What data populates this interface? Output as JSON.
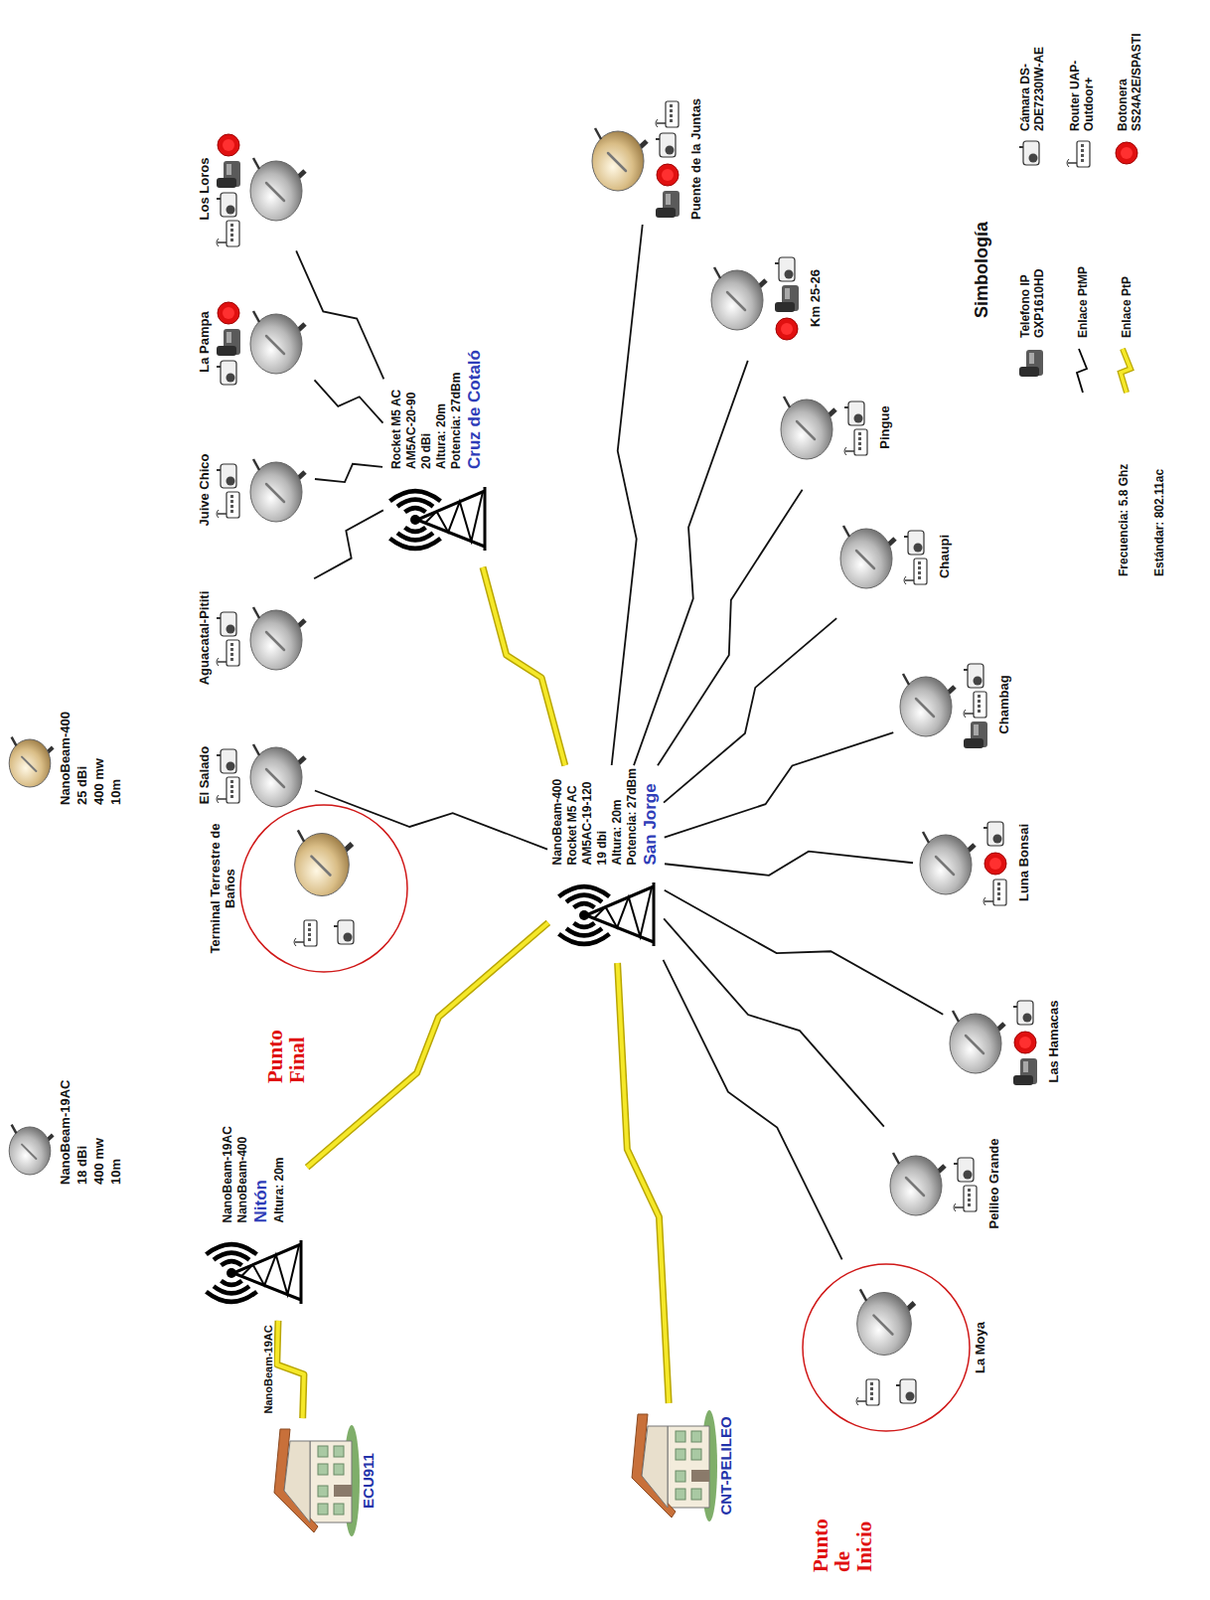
{
  "diagram": {
    "nodes": [
      {
        "text": [
          "ECU911"
        ]
      },
      {
        "text": [
          "NanoBeam-19AC",
          "NanoBeam-400",
          "Nitón",
          "Altura: 20m"
        ]
      },
      {
        "text": [
          "Terminal Terrestre de Baños"
        ]
      },
      {
        "text": [
          "El Salado"
        ]
      },
      {
        "text": [
          "Aguacatal-Pititi"
        ]
      },
      {
        "text": [
          "Juive Chico"
        ]
      },
      {
        "text": [
          "La Pampa"
        ]
      },
      {
        "text": [
          "Los Loros"
        ]
      },
      {
        "text": [
          "Rocket M5 AC",
          "AM5AC-20-90",
          "20 dBi",
          "Altura: 20m",
          "Potencia: 27dBm",
          "Cruz de Cotaló"
        ]
      },
      {
        "text": [
          "NanoBeam-400",
          "Rocket M5 AC",
          "AM5AC-19-120",
          "19 dbi",
          "Altura: 20m",
          "Potencia: 27dBm",
          "San Jorge"
        ]
      },
      {
        "text": [
          "CNT-PELILEO"
        ]
      },
      {
        "text": [
          "La Moya"
        ]
      },
      {
        "text": [
          "Pelileo Grande"
        ]
      },
      {
        "text": [
          "Las Hamacas"
        ]
      },
      {
        "text": [
          "Luna Bonsai"
        ]
      },
      {
        "text": [
          "Chambag"
        ]
      },
      {
        "text": [
          "Chaupi"
        ]
      },
      {
        "text": [
          "Pingue"
        ]
      },
      {
        "text": [
          "Km 25-26"
        ]
      },
      {
        "text": [
          "Puente de la Juntas"
        ]
      }
    ],
    "edges": [
      {
        "from": 1,
        "to": 0,
        "label": "NanoBeam-19AC",
        "arrow": "none"
      },
      {
        "from": 1,
        "to": 9,
        "arrow": "none"
      },
      {
        "from": 9,
        "to": 10,
        "arrow": "none"
      },
      {
        "from": 9,
        "to": 8,
        "arrow": "none"
      },
      {
        "from": 8,
        "to": 4,
        "arrow": "none"
      },
      {
        "from": 8,
        "to": 5,
        "arrow": "none"
      },
      {
        "from": 8,
        "to": 6,
        "arrow": "none"
      },
      {
        "from": 8,
        "to": 7,
        "arrow": "none"
      },
      {
        "from": 9,
        "to": 3,
        "arrow": "none"
      },
      {
        "from": 9,
        "to": 11,
        "arrow": "none"
      },
      {
        "from": 9,
        "to": 12,
        "arrow": "none"
      },
      {
        "from": 9,
        "to": 13,
        "arrow": "none"
      },
      {
        "from": 9,
        "to": 14,
        "arrow": "none"
      },
      {
        "from": 9,
        "to": 15,
        "arrow": "none"
      },
      {
        "from": 9,
        "to": 16,
        "arrow": "none"
      },
      {
        "from": 9,
        "to": 17,
        "arrow": "none"
      },
      {
        "from": 9,
        "to": 18,
        "arrow": "none"
      },
      {
        "from": 9,
        "to": 19,
        "arrow": "none"
      }
    ],
    "labels": [
      "NanoBeam-19AC",
      "18 dBi",
      "400 mw",
      "10m",
      "NanoBeam-400",
      "25 dBi",
      "400 mw",
      "10m",
      "Punto Final",
      "Punto de Inicio",
      "Simbología",
      "Frecuencia: 5.8 Ghz",
      "Estándar: 802.11ac"
    ],
    "legend": [
      {
        "text": "Telefono IP GXP1610HD"
      },
      {
        "text": "Cámara DS-2DE7230IW-AE"
      },
      {
        "text": "Enlace PtMP"
      },
      {
        "text": "Router UAP-Outdoor+"
      },
      {
        "text": "Enlace PtP"
      },
      {
        "text": "Botonera SS24A2E/SPASTI"
      }
    ]
  }
}
